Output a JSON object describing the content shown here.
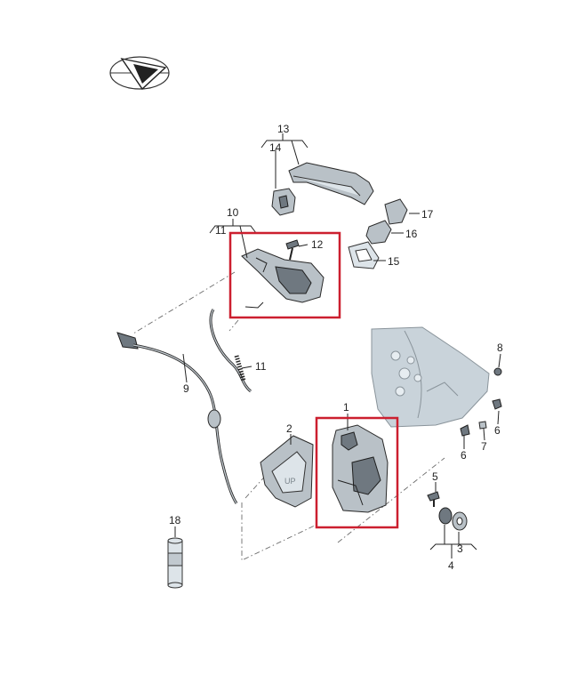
{
  "diagram": {
    "callouts": {
      "c1": "1",
      "c2": "2",
      "c3": "3",
      "c4": "4",
      "c5": "5",
      "c6a": "6",
      "c6b": "6",
      "c7": "7",
      "c8": "8",
      "c9": "9",
      "c10": "10",
      "c11": "11",
      "c11b": "11",
      "c12": "12",
      "c13": "13",
      "c14": "14",
      "c15": "15",
      "c16": "16",
      "c17": "17",
      "c18": "18"
    },
    "highlight_color": "#cc1f2f",
    "embossed_text": "UP"
  }
}
